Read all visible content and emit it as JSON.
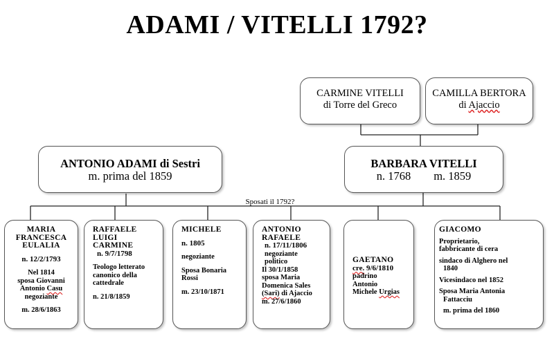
{
  "title": "ADAMI / VITELLI 1792?",
  "grandparents": {
    "carmine": {
      "line1": "CARMINE VITELLI",
      "line2": "di Torre del Greco"
    },
    "camilla": {
      "line1": "CAMILLA BERTORA",
      "line2_a": "di ",
      "line2_b": "Ajaccio"
    }
  },
  "parents": {
    "antonio": {
      "line1": "ANTONIO ADAMI di Sestri",
      "line2": "m. prima del 1859"
    },
    "barbara": {
      "line1": "BARBARA VITELLI",
      "line2": "n. 1768        m. 1859"
    }
  },
  "marriage_label": "Sposati il 1792?",
  "children": {
    "maria": {
      "name1": "MARIA",
      "name2": "FRANCESCA",
      "name3": "EULALIA",
      "born": "n. 12/2/1793",
      "note1": "Nel 1814",
      "note2": "sposa Giovanni",
      "note3a": "Antonio ",
      "note3b": "Casu",
      "note4": "negoziante",
      "died": "m. 28/6/1863"
    },
    "raffaele": {
      "name1": "RAFFAELE",
      "name2": "LUIGI",
      "name3": "CARMINE",
      "born": "n. 9/7/1798",
      "note1": "Teologo letterato",
      "note2": "canonico della",
      "note3": "cattedrale",
      "died": "n. 21/8/1859"
    },
    "michele": {
      "name1": "MICHELE",
      "born": "n. 1805",
      "job": "negoziante",
      "note1": "Sposa Bonaria",
      "note2": "Rossi",
      "died": "m. 23/10/1871"
    },
    "antonio_r": {
      "name1": "ANTONIO",
      "name2": "RAFAELE",
      "born": "n. 17/11/1806",
      "job1": "negoziante",
      "job2": "politico",
      "note1": "Il 30/1/1858",
      "note2": "sposa Maria",
      "note3": "Domenica Sales",
      "note4a": "(Sari)",
      "note4b": " di Ajaccio",
      "died": "m. 27/6/1860"
    },
    "gaetano": {
      "name1": "GAETANO",
      "born_a": "cre.",
      "born_b": " 9/6/1810",
      "note1": "padrino",
      "note2": "Antonio",
      "note3a": "Michele ",
      "note3b": "Urgias"
    },
    "giacomo": {
      "name1": "GIACOMO",
      "job1": "Proprietario,",
      "job2": "fabbricante di cera",
      "note1": "sindaco di Alghero nel",
      "note2": "1840",
      "note3": "Vicesindaco nel 1852",
      "note4": "Sposa Maria Antonia",
      "note5": "Fattacciu",
      "died": "m. prima del 1860"
    }
  }
}
